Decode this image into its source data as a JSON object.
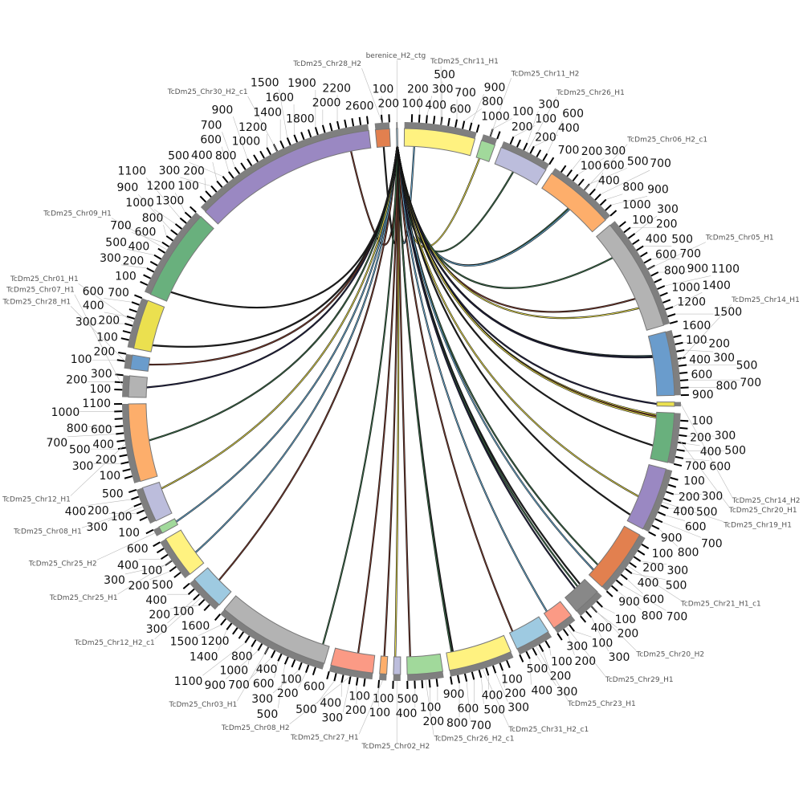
{
  "chart_data": {
    "type": "circos",
    "title": "",
    "tick_step": 100,
    "segments": [
      {
        "name": "TcDm25_Chr28_H2",
        "length": 200,
        "color": "#e2804f"
      },
      {
        "name": "berenice_H2_ctg",
        "length": 20,
        "color": "#9ecae1"
      },
      {
        "name": "TcDm25_Chr11_H1",
        "length": 1000,
        "color": "#fff280"
      },
      {
        "name": "TcDm25_Chr11_H2",
        "length": 200,
        "color": "#a1d99b"
      },
      {
        "name": "TcDm25_Chr26_H1",
        "length": 700,
        "color": "#bcbddc"
      },
      {
        "name": "TcDm25_Chr06_H2_c1",
        "length": 1000,
        "color": "#fdae6b"
      },
      {
        "name": "TcDm25_Chr05_H1",
        "length": 1600,
        "color": "#b3b3b3"
      },
      {
        "name": "TcDm25_Chr14_H1",
        "length": 900,
        "color": "#6a9ccc"
      },
      {
        "name": "TcDm25_Chr14_H2",
        "length": 60,
        "color": "#ebe04f"
      },
      {
        "name": "TcDm25_Chr20_H1",
        "length": 700,
        "color": "#69b07d"
      },
      {
        "name": "TcDm25_Chr19_H1",
        "length": 900,
        "color": "#9a88c2"
      },
      {
        "name": "TcDm25_Chr21_H1_c1",
        "length": 900,
        "color": "#e2804f"
      },
      {
        "name": "TcDm25_Chr20_H2",
        "length": 400,
        "color": "#888888"
      },
      {
        "name": "TcDm25_Chr29_H1",
        "length": 300,
        "color": "#fb9a85"
      },
      {
        "name": "TcDm25_Chr23_H1",
        "length": 500,
        "color": "#9ecae1"
      },
      {
        "name": "TcDm25_Chr31_H2_c1",
        "length": 900,
        "color": "#fff280"
      },
      {
        "name": "TcDm25_Chr26_H2_c1",
        "length": 500,
        "color": "#a1d99b"
      },
      {
        "name": "TcDm25_Chr02_H2",
        "length": 100,
        "color": "#bcbddc"
      },
      {
        "name": "TcDm25_Chr27_H1",
        "length": 100,
        "color": "#fdae6b"
      },
      {
        "name": "TcDm25_Chr08_H2",
        "length": 600,
        "color": "#fb9a85"
      },
      {
        "name": "TcDm25_Chr03_H1",
        "length": 1600,
        "color": "#b3b3b3"
      },
      {
        "name": "TcDm25_Chr12_H2_c1",
        "length": 500,
        "color": "#9ecae1"
      },
      {
        "name": "TcDm25_Chr25_H1",
        "length": 600,
        "color": "#fff280"
      },
      {
        "name": "TcDm25_Chr25_H2",
        "length": 100,
        "color": "#a1d99b"
      },
      {
        "name": "TcDm25_Chr08_H1",
        "length": 500,
        "color": "#bcbddc"
      },
      {
        "name": "TcDm25_Chr12_H1",
        "length": 1100,
        "color": "#fdae6b"
      },
      {
        "name": "TcDm25_Chr07_H1",
        "length": 300,
        "color": "#b3b3b3"
      },
      {
        "name": "TcDm25_Chr28_H1",
        "length": 200,
        "color": "#6a9ccc"
      },
      {
        "name": "TcDm25_Chr01_H1",
        "length": 700,
        "color": "#ebe04f"
      },
      {
        "name": "TcDm25_Chr09_H1",
        "length": 1300,
        "color": "#69b07d"
      },
      {
        "name": "TcDm25_Chr30_H2_c1",
        "length": 2600,
        "color": "#9a88c2"
      }
    ],
    "links": [
      {
        "from": 1,
        "to": 30,
        "pos": 2300,
        "color": "#7a3b2e"
      },
      {
        "from": 1,
        "to": 0,
        "pos": 100,
        "color": "#222222"
      },
      {
        "from": 1,
        "to": 2,
        "pos": 150,
        "color": "#6baed6"
      },
      {
        "from": 1,
        "to": 3,
        "pos": 50,
        "color": "#ebe04f"
      },
      {
        "from": 1,
        "to": 4,
        "pos": 300,
        "color": "#3b6e4a"
      },
      {
        "from": 1,
        "to": 5,
        "pos": 500,
        "color": "#3b6e4a"
      },
      {
        "from": 1,
        "to": 5,
        "pos": 520,
        "color": "#6baed6"
      },
      {
        "from": 1,
        "to": 6,
        "pos": 1100,
        "color": "#7a3b2e"
      },
      {
        "from": 1,
        "to": 6,
        "pos": 1250,
        "color": "#ebe04f"
      },
      {
        "from": 1,
        "to": 6,
        "pos": 400,
        "color": "#3b6e4a"
      },
      {
        "from": 1,
        "to": 7,
        "pos": 300,
        "color": "#6baed6"
      },
      {
        "from": 1,
        "to": 7,
        "pos": 310,
        "color": "#3b6e4a"
      },
      {
        "from": 1,
        "to": 7,
        "pos": 320,
        "color": "#222244"
      },
      {
        "from": 1,
        "to": 8,
        "pos": 30,
        "color": "#222244"
      },
      {
        "from": 1,
        "to": 9,
        "pos": 40,
        "color": "#ebe04f"
      },
      {
        "from": 1,
        "to": 9,
        "pos": 60,
        "color": "#7a3b2e"
      },
      {
        "from": 1,
        "to": 9,
        "pos": 80,
        "color": "#ebe04f"
      },
      {
        "from": 1,
        "to": 9,
        "pos": 500,
        "color": "#222222"
      },
      {
        "from": 1,
        "to": 10,
        "pos": 500,
        "color": "#ebe04f"
      },
      {
        "from": 1,
        "to": 10,
        "pos": 800,
        "color": "#222222"
      },
      {
        "from": 1,
        "to": 11,
        "pos": 700,
        "color": "#3b6e4a"
      },
      {
        "from": 1,
        "to": 11,
        "pos": 800,
        "color": "#6baed6"
      },
      {
        "from": 1,
        "to": 12,
        "pos": 100,
        "color": "#222222"
      },
      {
        "from": 1,
        "to": 12,
        "pos": 150,
        "color": "#3b6e4a"
      },
      {
        "from": 1,
        "to": 12,
        "pos": 200,
        "color": "#222244"
      },
      {
        "from": 1,
        "to": 13,
        "pos": 250,
        "color": "#6baed6"
      },
      {
        "from": 1,
        "to": 14,
        "pos": 450,
        "color": "#7a3b2e"
      },
      {
        "from": 1,
        "to": 15,
        "pos": 800,
        "color": "#222222"
      },
      {
        "from": 1,
        "to": 15,
        "pos": 820,
        "color": "#3b6e4a"
      },
      {
        "from": 1,
        "to": 16,
        "pos": 450,
        "color": "#7a3b2e"
      },
      {
        "from": 1,
        "to": 17,
        "pos": 80,
        "color": "#ebe04f"
      },
      {
        "from": 1,
        "to": 18,
        "pos": 50,
        "color": "#7a3b2e"
      },
      {
        "from": 1,
        "to": 19,
        "pos": 250,
        "color": "#7a3b2e"
      },
      {
        "from": 1,
        "to": 20,
        "pos": 100,
        "color": "#3b6e4a"
      },
      {
        "from": 1,
        "to": 21,
        "pos": 250,
        "color": "#7a3b2e"
      },
      {
        "from": 1,
        "to": 22,
        "pos": 200,
        "color": "#6baed6"
      },
      {
        "from": 1,
        "to": 23,
        "pos": 50,
        "color": "#6baed6"
      },
      {
        "from": 1,
        "to": 24,
        "pos": 400,
        "color": "#ebe04f"
      },
      {
        "from": 1,
        "to": 25,
        "pos": 550,
        "color": "#3b6e4a"
      },
      {
        "from": 1,
        "to": 26,
        "pos": 150,
        "color": "#222244"
      },
      {
        "from": 1,
        "to": 27,
        "pos": 100,
        "color": "#7a3b2e"
      },
      {
        "from": 1,
        "to": 28,
        "pos": 100,
        "color": "#222222"
      },
      {
        "from": 1,
        "to": 29,
        "pos": 150,
        "color": "#222222"
      }
    ]
  }
}
